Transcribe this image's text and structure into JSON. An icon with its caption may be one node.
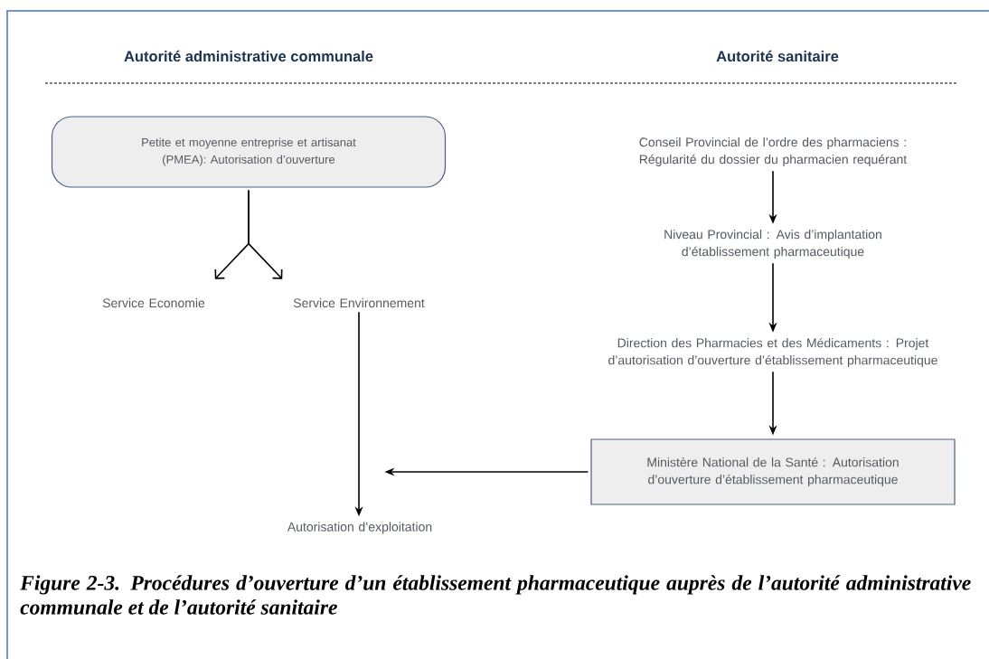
{
  "diagram": {
    "caption": "Figure 2-3. Procédures d’ouverture d’un établissement pharmaceutique auprès de l’autorité administrative communale et de l’autorité sanitaire",
    "nodes": [
      {
        "text": [
          "Petite et moyenne entreprise et artisanat (PMEA): Autorisation d’ouverture"
        ]
      },
      {
        "text": [
          "Service Economie"
        ]
      },
      {
        "text": [
          "Service Environnement"
        ]
      },
      {
        "text": [
          "Autorisation d’exploitation"
        ]
      },
      {
        "text": [
          "Conseil Provincial de l’ordre des pharmaciens : Régularité du dossier du pharmacien requérant"
        ]
      },
      {
        "text": [
          "Niveau Provincial : Avis d’implantation d’établissement pharmaceutique"
        ]
      },
      {
        "text": [
          "Direction des Pharmacies et des Médicaments : Projet d’autorisation d’ouverture d’établissement pharmaceutique"
        ]
      },
      {
        "text": [
          "Ministère National de la Santé : Autorisation d’ouverture d’établissement pharmaceutique"
        ]
      }
    ],
    "edges": [
      {
        "from": 0,
        "to": 1,
        "arrow": "to"
      },
      {
        "from": 0,
        "to": 2,
        "arrow": "to"
      },
      {
        "from": 2,
        "to": 3,
        "arrow": "to"
      },
      {
        "from": 4,
        "to": 5,
        "arrow": "to"
      },
      {
        "from": 5,
        "to": 6,
        "arrow": "to"
      },
      {
        "from": 6,
        "to": 7,
        "arrow": "to"
      },
      {
        "from": 7,
        "to": null,
        "arrow": "to"
      }
    ],
    "labels": [
      "Autorité administrative communale",
      "Autorité sanitaire"
    ]
  }
}
